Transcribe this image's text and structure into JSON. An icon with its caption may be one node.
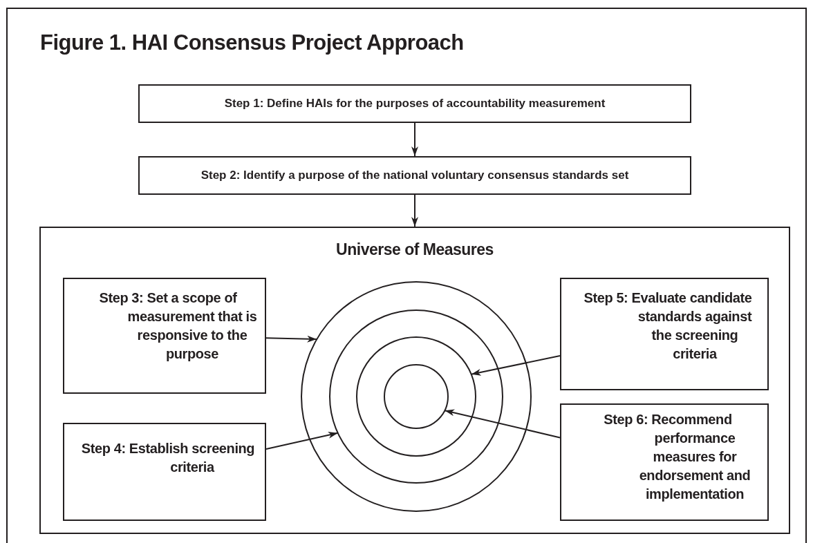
{
  "diagram": {
    "title": "Figure 1. HAI Consensus Project Approach",
    "nodes": [
      {
        "text": [
          "Step 1:  Define HAIs for the purposes of accountability measurement"
        ]
      },
      {
        "text": [
          "Step 2:  Identify a purpose of the national voluntary consensus standards set"
        ]
      },
      {
        "text": [
          "Universe of Measures"
        ]
      },
      {
        "text": [
          "Step 3:  Set a scope of measurement that is responsive to the purpose"
        ],
        "in": 2
      },
      {
        "text": [
          "Step 5:  Evaluate candidate standards against the screening criteria"
        ],
        "in": 2
      },
      {
        "text": [
          "Step 4:  Establish screening criteria"
        ],
        "in": 2
      },
      {
        "text": [
          "Step 6:  Recommend performance measures for endorsement and implementation"
        ],
        "in": 2
      },
      {
        "text": [],
        "shape": "circle",
        "in": 2
      },
      {
        "text": [],
        "shape": "circle",
        "in": 7
      },
      {
        "text": [],
        "shape": "circle",
        "in": 8
      },
      {
        "text": [],
        "shape": "circle",
        "in": 9
      }
    ],
    "edges": [
      {
        "from": 0,
        "to": 1,
        "arrow": "to"
      },
      {
        "from": 1,
        "to": 2,
        "arrow": "to"
      },
      {
        "from": 3,
        "to": 7,
        "arrow": "to"
      },
      {
        "from": 4,
        "to": 9,
        "arrow": "to"
      },
      {
        "from": 5,
        "to": 8,
        "arrow": "to"
      },
      {
        "from": 6,
        "to": 10,
        "arrow": "to"
      }
    ]
  }
}
